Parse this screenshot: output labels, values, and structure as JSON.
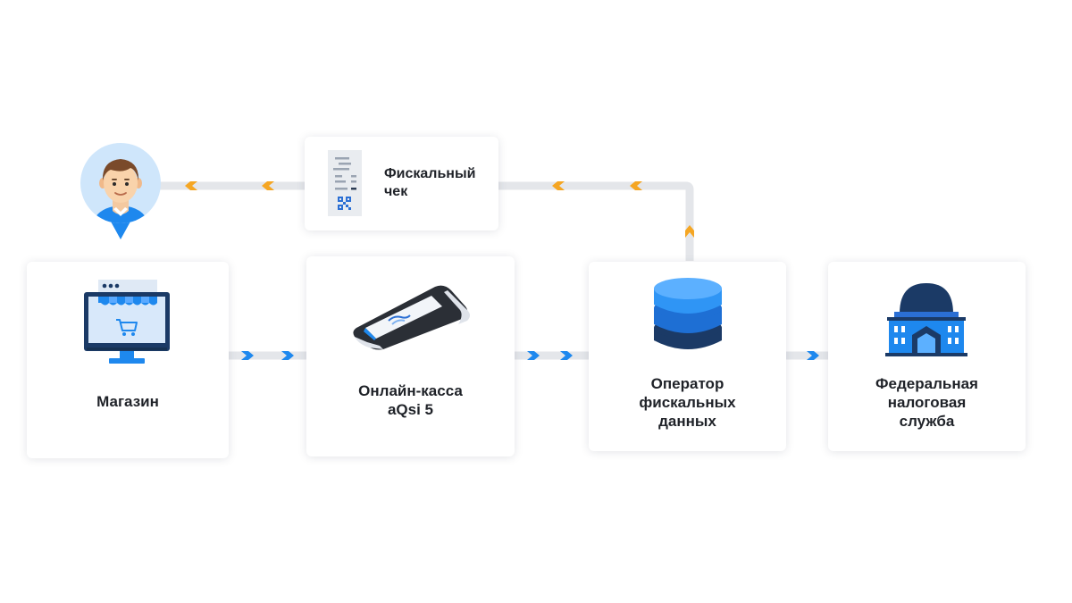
{
  "nodes": {
    "customer": {
      "icon": "customer-avatar-icon"
    },
    "receipt": {
      "line1": "Фискальный",
      "line2": "чек",
      "icon": "receipt-icon"
    },
    "shop": {
      "label": "Магазин",
      "icon": "storefront-monitor-icon"
    },
    "pos": {
      "line1": "Онлайн-касса",
      "line2": "aQsi 5",
      "icon": "pos-terminal-icon"
    },
    "ofd": {
      "line1": "Оператор",
      "line2": "фискальных",
      "line3": "данных",
      "icon": "database-icon"
    },
    "fns": {
      "line1": "Федеральная",
      "line2": "налоговая",
      "line3": "служба",
      "icon": "government-building-icon"
    }
  },
  "flows": {
    "data_flow": {
      "color": "#1e88ee",
      "direction": "right",
      "path": [
        "Магазин",
        "Онлайн-касса aQsi 5",
        "Оператор фискальных данных",
        "Федеральная налоговая служба"
      ]
    },
    "receipt_flow": {
      "color": "#f5a623",
      "direction": "left",
      "path": [
        "Оператор фискальных данных",
        "Фискальный чек",
        "customer"
      ]
    }
  },
  "colors": {
    "line": "#e4e6ea",
    "blue": "#1e88ee",
    "orange": "#f5a623",
    "navy": "#1b3a66",
    "text": "#1f2228"
  }
}
